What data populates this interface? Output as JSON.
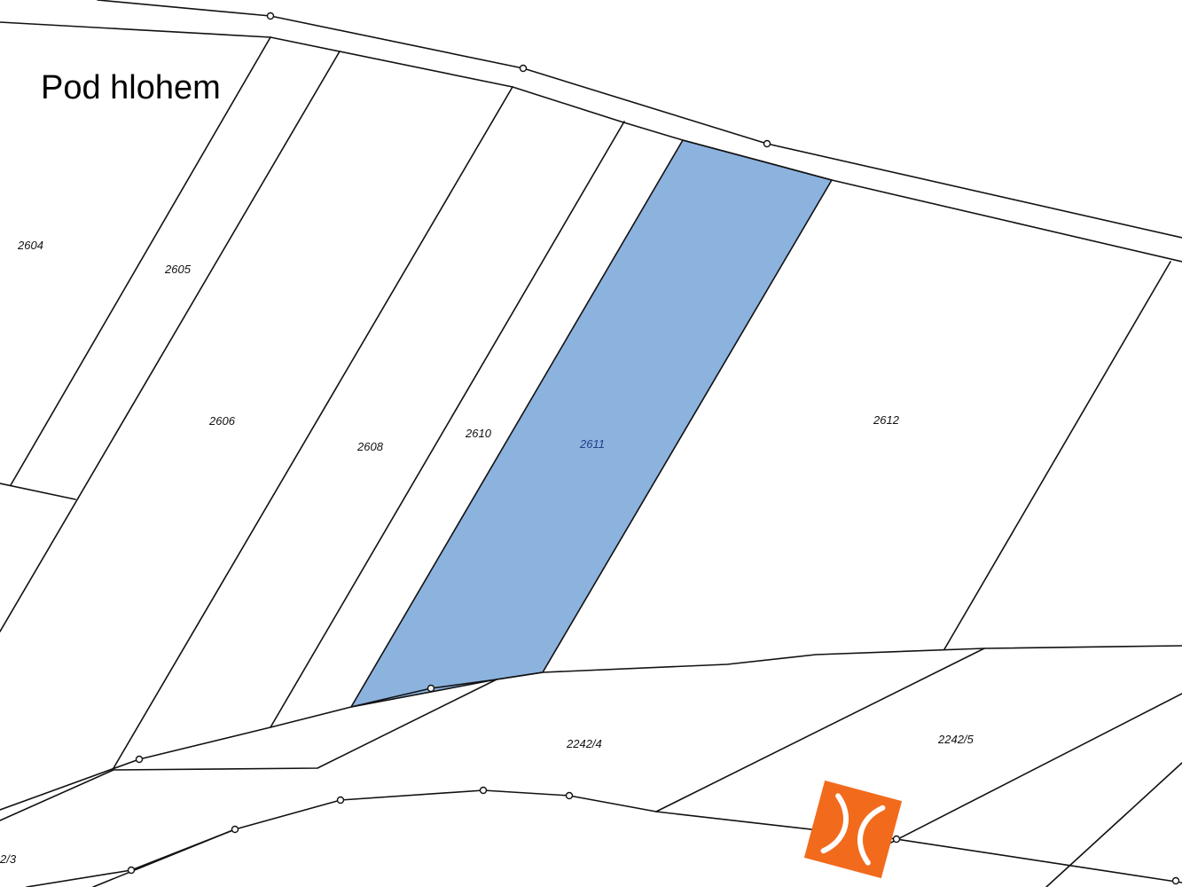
{
  "map": {
    "place_name": "Pod hlohem",
    "highlight_color": "#8cb2de",
    "line_color": "#111111",
    "parcels": [
      {
        "id": "p2604",
        "label": "2604",
        "highlighted": false
      },
      {
        "id": "p2605",
        "label": "2605",
        "highlighted": false
      },
      {
        "id": "p2606",
        "label": "2606",
        "highlighted": false
      },
      {
        "id": "p2608",
        "label": "2608",
        "highlighted": false
      },
      {
        "id": "p2610",
        "label": "2610",
        "highlighted": false
      },
      {
        "id": "p2611",
        "label": "2611",
        "highlighted": true
      },
      {
        "id": "p2612",
        "label": "2612",
        "highlighted": false
      },
      {
        "id": "p2242_4",
        "label": "2242/4",
        "highlighted": false
      },
      {
        "id": "p2242_5",
        "label": "2242/5",
        "highlighted": false
      },
      {
        "id": "p2242_3",
        "label": "2/3",
        "highlighted": false
      }
    ]
  },
  "logo": {
    "name": "orange-brand-logo",
    "color": "#f26b1d"
  }
}
